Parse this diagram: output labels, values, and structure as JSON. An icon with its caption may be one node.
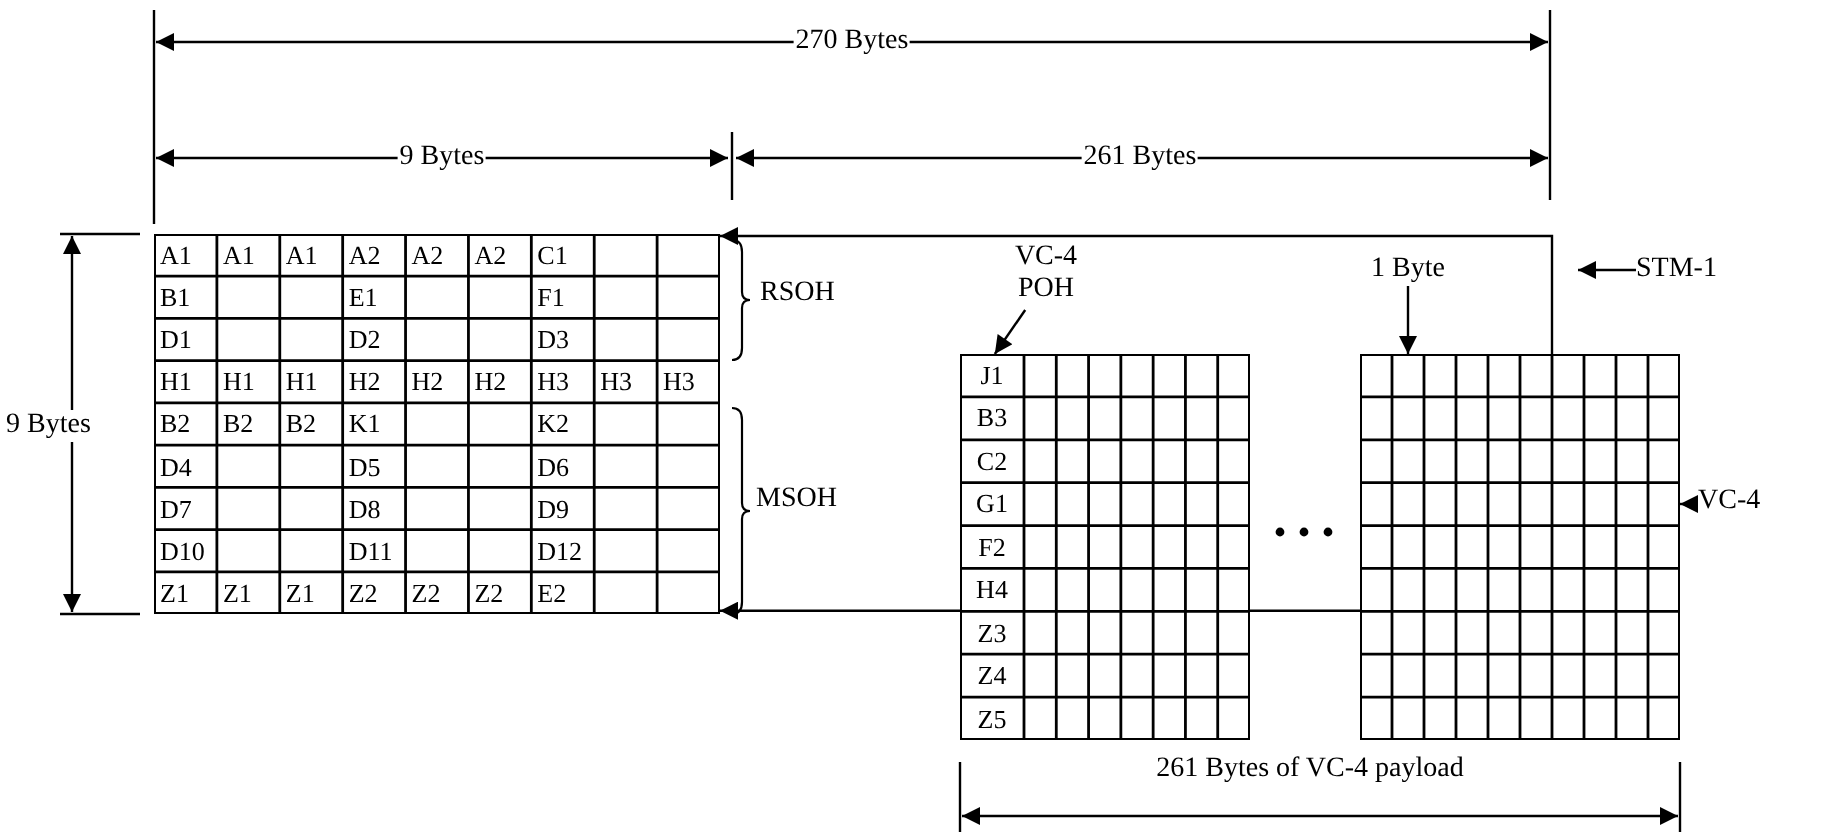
{
  "diagram": {
    "nodes": [
      {
        "text": [],
        "shape": "box"
      },
      {
        "text": [
          "RSOH"
        ]
      },
      {
        "text": [
          "MSOH"
        ]
      },
      {
        "text": [],
        "shape": "box"
      },
      {
        "text": [],
        "shape": "box"
      },
      {
        "text": [
          "VC-4 POH"
        ]
      },
      {
        "text": [
          "1 Byte"
        ]
      },
      {
        "text": [
          "STM-1"
        ]
      },
      {
        "text": [
          "VC-4"
        ]
      }
    ],
    "edges": [
      {
        "from": 5,
        "to": 3,
        "arrow": "to"
      },
      {
        "from": 6,
        "to": 4,
        "arrow": "to"
      },
      {
        "from": 7,
        "to": null,
        "arrow": "to"
      },
      {
        "from": 8,
        "to": 4,
        "arrow": "to"
      },
      {
        "from": 4,
        "to": 0,
        "arrow": "to"
      },
      {
        "from": 3,
        "to": 0,
        "arrow": "to"
      },
      {
        "from": 4,
        "to": 3,
        "arrow": "none"
      }
    ],
    "labels": [
      "270 Bytes",
      "9 Bytes",
      "261 Bytes",
      "9 Bytes",
      "A1",
      "A1",
      "A1",
      "A2",
      "A2",
      "A2",
      "C1",
      "B1",
      "E1",
      "F1",
      "D1",
      "D2",
      "D3",
      "H1",
      "H1",
      "H1",
      "H2",
      "H2",
      "H2",
      "H3",
      "H3",
      "H3",
      "B2",
      "B2",
      "B2",
      "K1",
      "K2",
      "D4",
      "D5",
      "D6",
      "D7",
      "D8",
      "D9",
      "D10",
      "D11",
      "D12",
      "Z1",
      "Z1",
      "Z1",
      "Z2",
      "Z2",
      "Z2",
      "E2",
      "J1",
      "B3",
      "C2",
      "G1",
      "F2",
      "H4",
      "Z3",
      "Z4",
      "Z5",
      "261 Bytes of VC-4 payload"
    ]
  }
}
